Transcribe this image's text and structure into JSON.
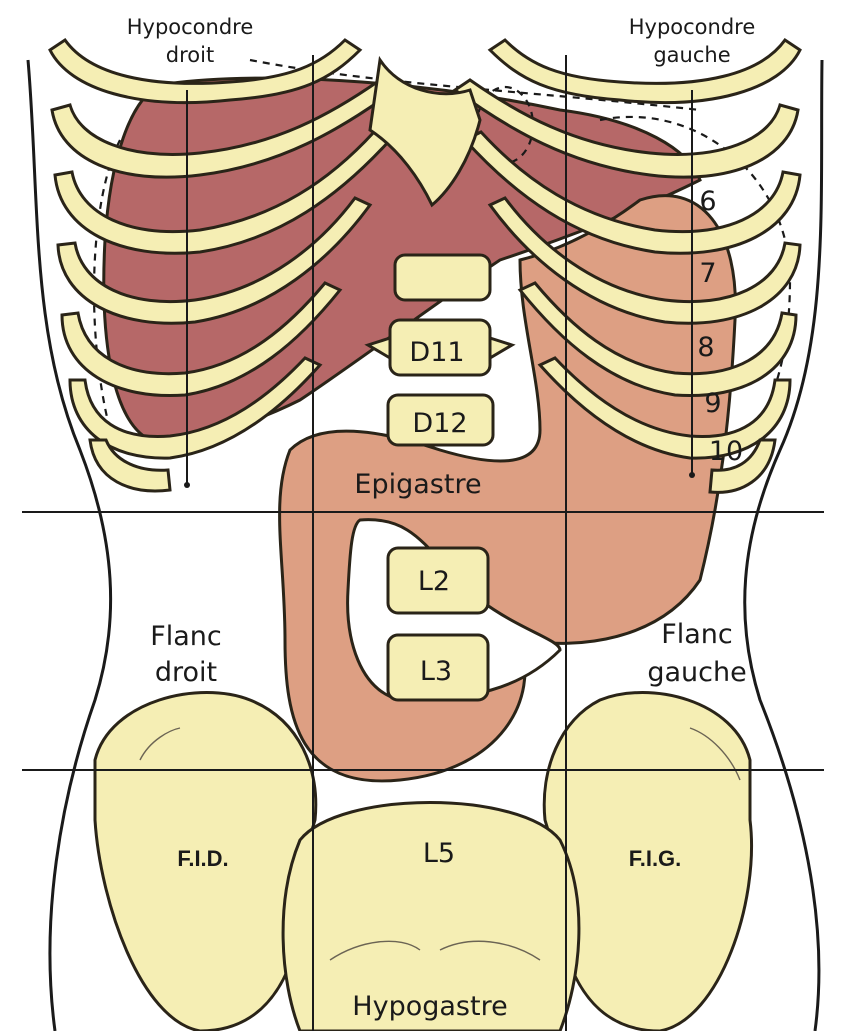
{
  "colors": {
    "bone": "#f5eeb4",
    "liver": "#b66868",
    "liver_dark": "#8e4747",
    "stomach": "#dd9f83",
    "stomach_dark": "#c0806a",
    "outline": "#1a1a1a"
  },
  "regions": {
    "hypocondre_droit": [
      "Hypocondre",
      "droit"
    ],
    "hypocondre_gauche": [
      "Hypocondre",
      "gauche"
    ],
    "epigastre": "Epigastre",
    "flanc_droit": [
      "Flanc",
      "droit"
    ],
    "flanc_gauche": [
      "Flanc",
      "gauche"
    ],
    "fid": "F.I.D.",
    "fig": "F.I.G.",
    "hypogastre": "Hypogastre"
  },
  "vertebrae": {
    "d11": "D11",
    "d12": "D12",
    "l2": "L2",
    "l3": "L3",
    "l5": "L5"
  },
  "rib_numbers": [
    "6",
    "7",
    "8",
    "9",
    "10"
  ]
}
